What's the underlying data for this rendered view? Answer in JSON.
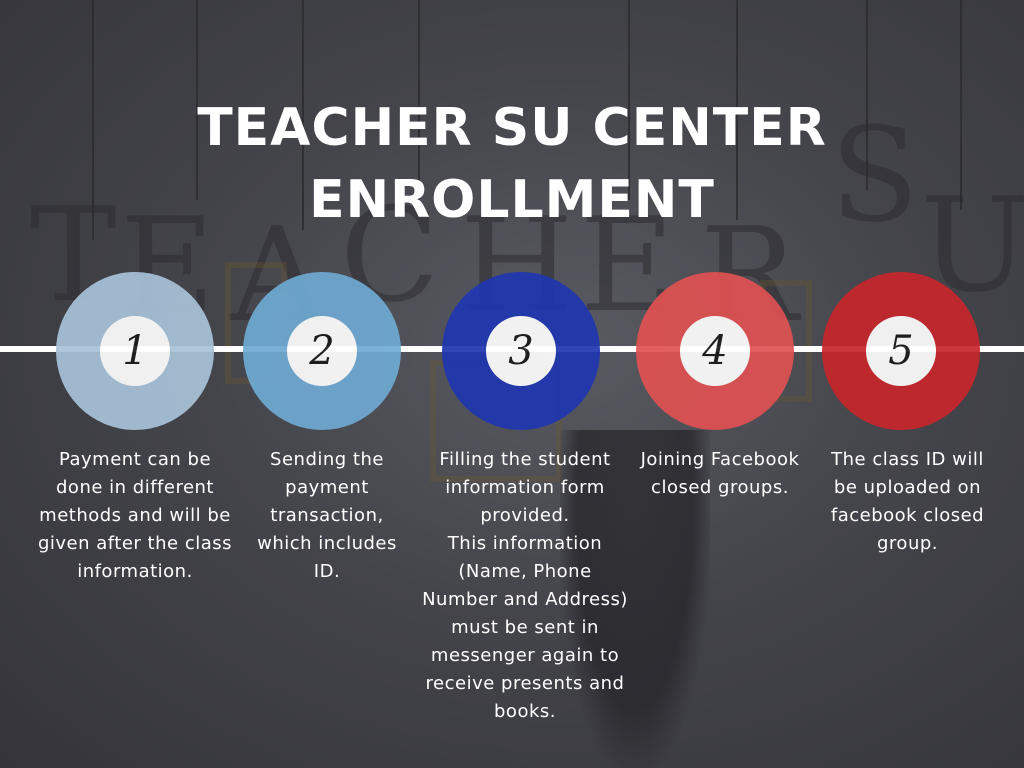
{
  "title_line1": "TEACHER SU CENTER",
  "title_line2": "ENROLLMENT",
  "steps": [
    {
      "number": "1",
      "color": "#a9c3d9",
      "text": "Payment can be done in different methods and will be given after the class information."
    },
    {
      "number": "2",
      "color": "#6faad3",
      "text": "Sending the payment transaction, which includes ID."
    },
    {
      "number": "3",
      "color": "#1f36b0",
      "text": "Filling the student information form provided.\nThis information (Name, Phone Number and Address) must be sent in messenger again to receive presents and books."
    },
    {
      "number": "4",
      "color": "#e05152",
      "text": "Joining Facebook closed groups."
    },
    {
      "number": "5",
      "color": "#c7262b",
      "text": "The class ID will be uploaded on facebook closed group."
    }
  ]
}
